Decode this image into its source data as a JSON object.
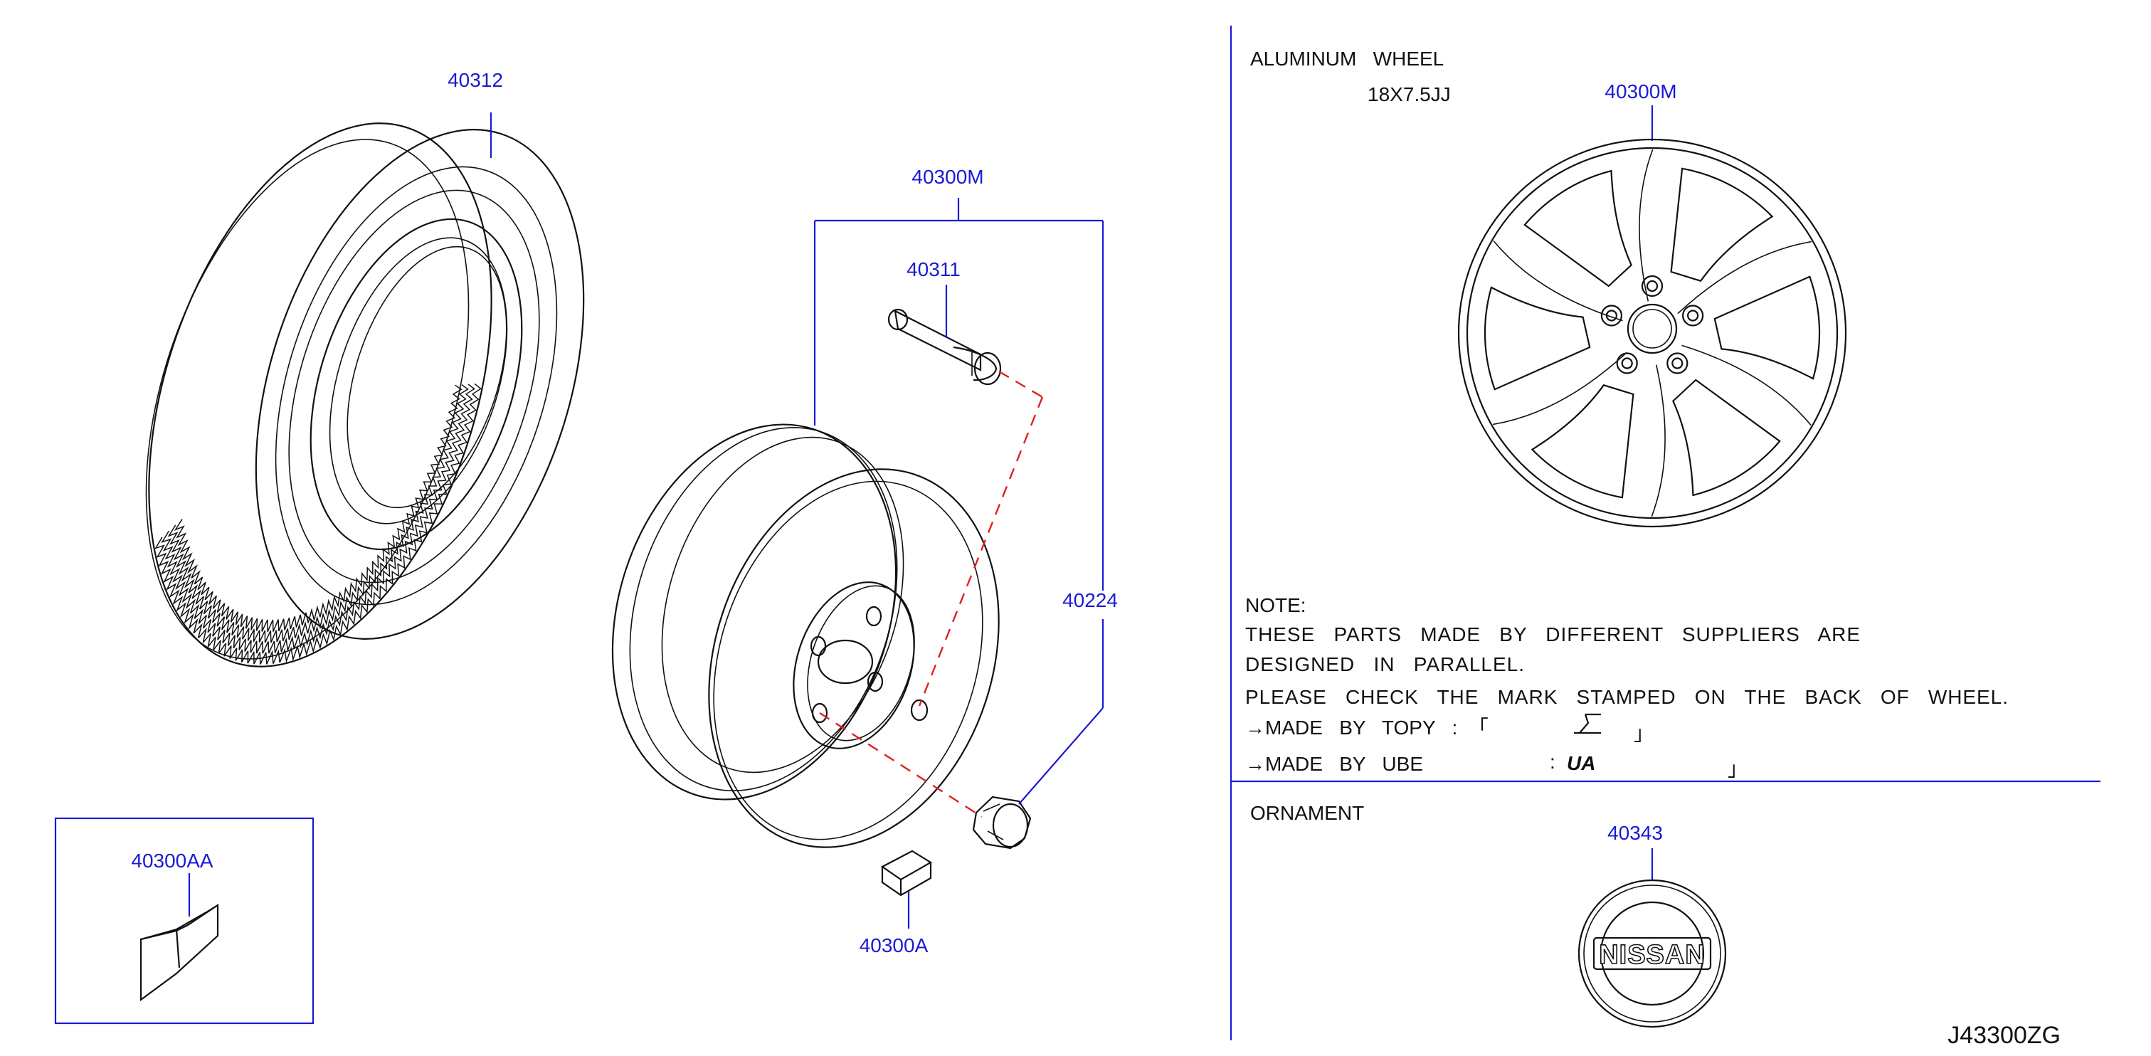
{
  "callouts": {
    "tire": "40312",
    "wheel_assembly": "40300M",
    "valve": "40311",
    "nut": "40224",
    "weight_box": "40300AA",
    "weight": "40300A",
    "wheel_alu": "40300M",
    "ornament": "40343"
  },
  "aluminum_wheel": {
    "title": "ALUMINUM   WHEEL",
    "size": "18X7.5JJ"
  },
  "note": {
    "heading": "NOTE:",
    "line1": "THESE   PARTS   MADE   BY   DIFFERENT   SUPPLIERS   ARE",
    "line2": "DESIGNED   IN   PARALLEL.",
    "line3": "PLEASE   CHECK   THE   MARK   STAMPED   ON   THE   BACK   OF   WHEEL.",
    "topy": "→MADE   BY   TOPY   :  「",
    "topy_close": "」",
    "ube": "→MADE   BY   UBE",
    "ube_colon": ":",
    "ube_mark": "UA",
    "ube_close": "」"
  },
  "ornament": {
    "title": "ORNAMENT",
    "brand": "NISSAN"
  },
  "diagram_code": "J43300ZG",
  "colors": {
    "callout": "#1a1ad6",
    "leader_dashed": "#e02020",
    "line": "#111111"
  }
}
